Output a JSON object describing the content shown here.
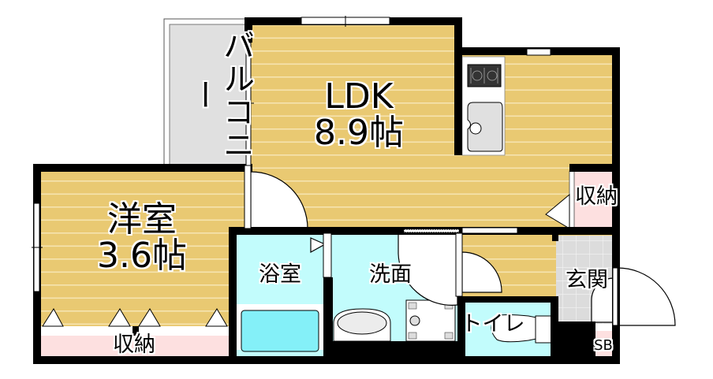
{
  "floorplan": {
    "rooms": {
      "ldk": {
        "name": "LDK",
        "size": "8.9帖"
      },
      "western_room": {
        "name": "洋室",
        "size": "3.6帖"
      },
      "balcony": {
        "name": "バルコニー"
      },
      "ldk_storage": {
        "name": "収納"
      },
      "room_storage": {
        "name": "収納"
      },
      "bathroom": {
        "name": "浴室"
      },
      "washroom": {
        "name": "洗面"
      },
      "toilet": {
        "name": "トイレ"
      },
      "entrance": {
        "name": "玄関"
      },
      "shoe_box": {
        "name": "SB"
      }
    },
    "colors": {
      "flooring": "#e9c972",
      "floor_lines": "#f6e4b0",
      "wet_area": "#c2fcfc",
      "bathtub": "#84f0f8",
      "storage": "#fde0e0",
      "balcony": "#e0e0e0",
      "entrance_tile": "#dcdcdc",
      "wall": "#000000"
    }
  }
}
